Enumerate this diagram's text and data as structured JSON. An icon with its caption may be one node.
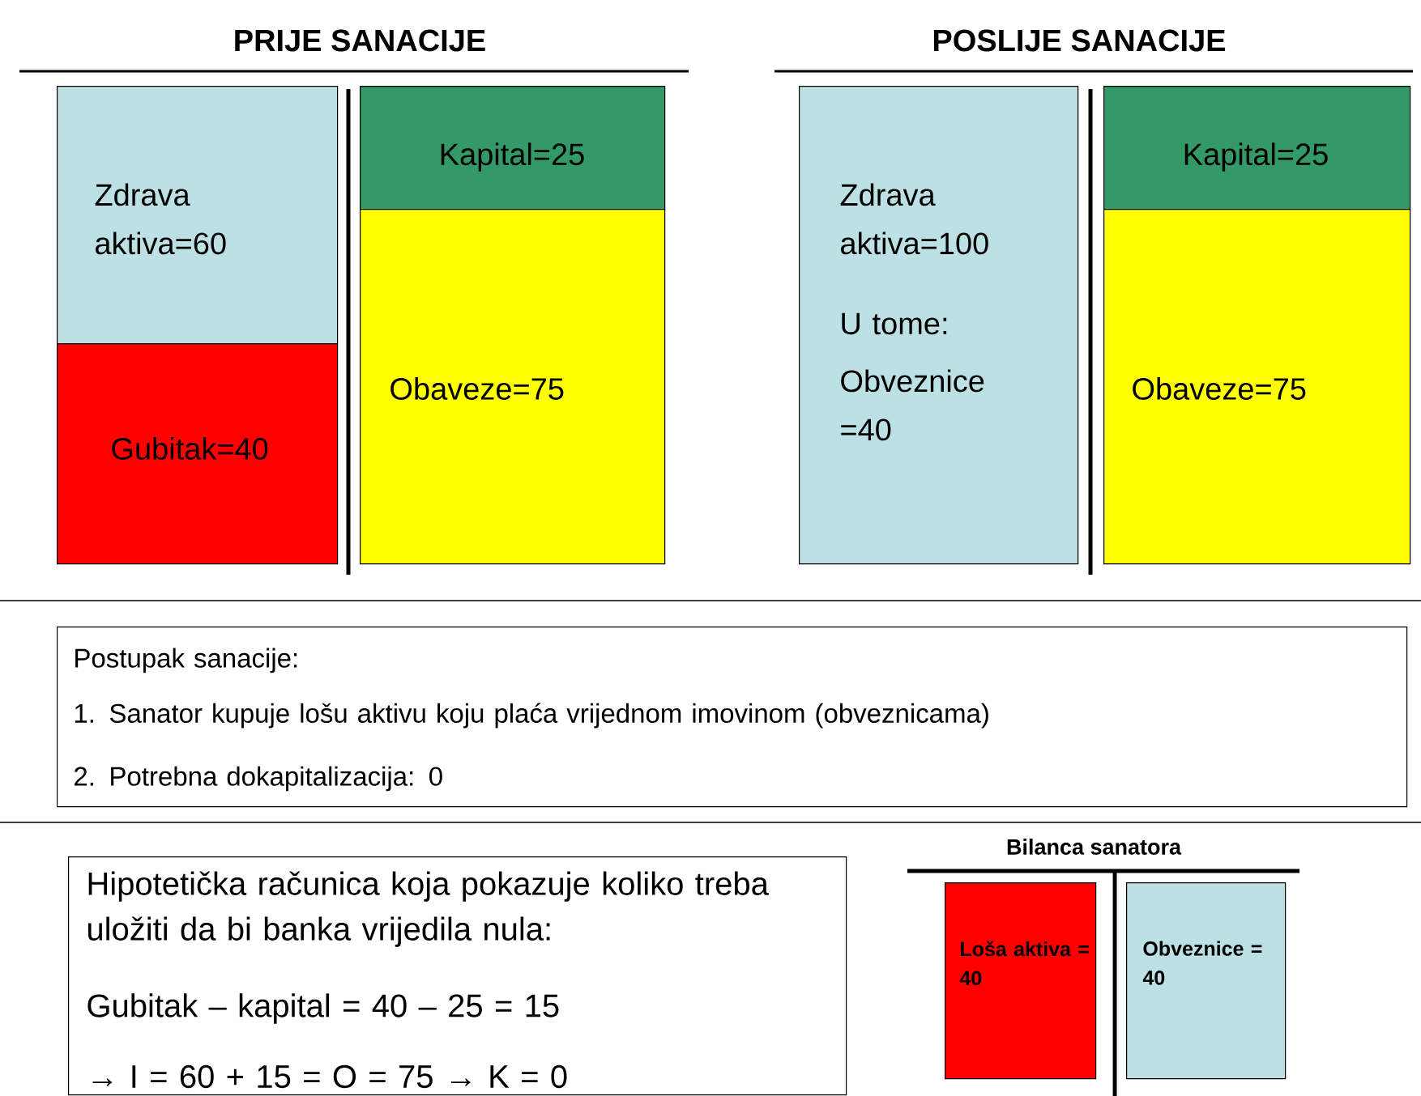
{
  "diagram": {
    "nodes": [
      {
        "text": [
          "Zdrava aktiva=60"
        ]
      },
      {
        "text": [
          "Gubitak=40"
        ]
      },
      {
        "text": [
          "Kapital=25"
        ]
      },
      {
        "text": [
          "Obaveze=75"
        ]
      },
      {
        "text": [
          "Zdrava aktiva=100",
          "U tome:",
          "Obveznice =40"
        ]
      },
      {
        "text": [
          "Kapital=25"
        ]
      },
      {
        "text": [
          "Obaveze=75"
        ]
      },
      {
        "text": [
          "Postupak sanacije:",
          "1. Sanator kupuje lošu aktivu koju plaća vrijednom imovinom (obveznicama)",
          "2. Potrebna dokapitalizacija: 0"
        ]
      },
      {
        "text": [
          "Hipotetička računica koja pokazuje koliko treba uložiti da bi banka vrijedila nula:",
          "Gubitak – kapital = 40 – 25 = 15",
          "→ I = 60 + 15 = O = 75 → K = 0"
        ]
      },
      {
        "text": [
          "Loša aktiva = 40"
        ]
      },
      {
        "text": [
          "Obveznice = 40"
        ]
      }
    ],
    "labels": [
      "PRIJE SANACIJE",
      "POSLIJE SANACIJE",
      "Bilanca sanatora"
    ]
  }
}
